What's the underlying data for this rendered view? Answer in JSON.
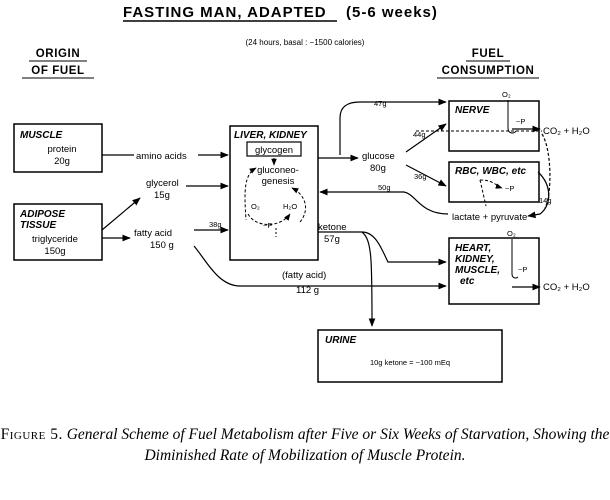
{
  "title": "FASTING MAN, ADAPTED",
  "title_period": "(5-6 weeks)",
  "subtitle": "(24 hours, basal : −1500 calories)",
  "heading_origin": [
    "ORIGIN",
    "OF FUEL"
  ],
  "heading_consumption": [
    "FUEL",
    "CONSUMPTION"
  ],
  "boxes": {
    "muscle": {
      "title": "MUSCLE",
      "lines": [
        "protein",
        "20g"
      ]
    },
    "adipose": {
      "title": [
        "ADIPOSE",
        "TISSUE"
      ],
      "lines": [
        "triglyceride",
        "150g"
      ]
    },
    "liver": {
      "title": "LIVER, KIDNEY",
      "glycogen": "glycogen",
      "process": [
        "gluconeo-",
        "genesis"
      ],
      "o2": "O₂",
      "h2o": "H₂O",
      "p": "~P"
    },
    "nerve": {
      "title": "NERVE",
      "o2": "O₂",
      "p": "~P"
    },
    "rbc": {
      "title": "RBC, WBC, etc",
      "p": "~P"
    },
    "heart": {
      "title": [
        "HEART,",
        "KIDNEY,",
        "MUSCLE,",
        "etc"
      ],
      "o2": "O₂",
      "p": "~P"
    },
    "urine": {
      "title": "URINE",
      "content": "10g ketone = ~100 mEq"
    }
  },
  "labels": {
    "amino_acids": "amino acids",
    "glycerol": [
      "glycerol",
      "15g"
    ],
    "fatty_acid": [
      "fatty acid",
      "150 g"
    ],
    "glucose": [
      "glucose",
      "80g"
    ],
    "ketone": [
      "ketone",
      "57g"
    ],
    "fatty_acid_mid": [
      "(fatty acid)",
      "112 g"
    ],
    "lactate": "lactate + pyruvate",
    "co2_h2o": "CO₂ + H₂O"
  },
  "flows": {
    "g47": "47g",
    "g44": "44g",
    "g36": "36g",
    "g50": "50g",
    "g14": "14g",
    "g38": "38g"
  },
  "caption": {
    "label": "Figure 5.",
    "text": "General Scheme of Fuel Metabolism after Five or Six Weeks of Starvation, Showing the Diminished Rate of Mobilization of Muscle Protein."
  }
}
